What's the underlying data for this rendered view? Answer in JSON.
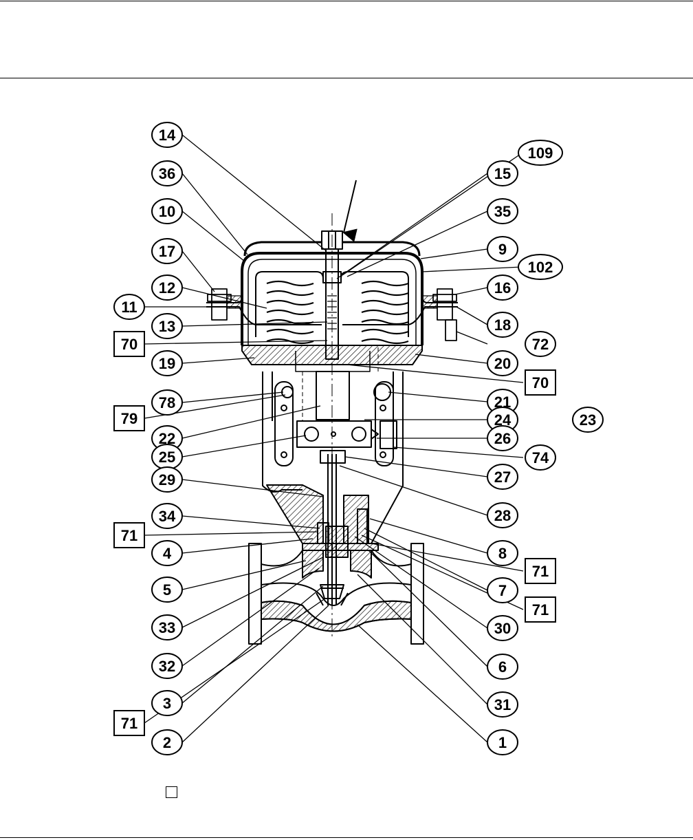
{
  "callouts": [
    {
      "label": "14",
      "shape": "circle"
    },
    {
      "label": "36",
      "shape": "circle"
    },
    {
      "label": "10",
      "shape": "circle"
    },
    {
      "label": "17",
      "shape": "circle"
    },
    {
      "label": "12",
      "shape": "circle"
    },
    {
      "label": "11",
      "shape": "circle"
    },
    {
      "label": "13",
      "shape": "circle"
    },
    {
      "label": "70",
      "shape": "box"
    },
    {
      "label": "19",
      "shape": "circle"
    },
    {
      "label": "78",
      "shape": "circle"
    },
    {
      "label": "79",
      "shape": "box"
    },
    {
      "label": "22",
      "shape": "circle"
    },
    {
      "label": "25",
      "shape": "circle"
    },
    {
      "label": "29",
      "shape": "circle"
    },
    {
      "label": "34",
      "shape": "circle"
    },
    {
      "label": "71",
      "shape": "box"
    },
    {
      "label": "4",
      "shape": "circle"
    },
    {
      "label": "5",
      "shape": "circle"
    },
    {
      "label": "33",
      "shape": "circle"
    },
    {
      "label": "32",
      "shape": "circle"
    },
    {
      "label": "3",
      "shape": "circle"
    },
    {
      "label": "71",
      "shape": "box"
    },
    {
      "label": "2",
      "shape": "circle"
    },
    {
      "label": "109",
      "shape": "circle"
    },
    {
      "label": "15",
      "shape": "circle"
    },
    {
      "label": "35",
      "shape": "circle"
    },
    {
      "label": "9",
      "shape": "circle"
    },
    {
      "label": "102",
      "shape": "circle"
    },
    {
      "label": "16",
      "shape": "circle"
    },
    {
      "label": "18",
      "shape": "circle"
    },
    {
      "label": "72",
      "shape": "circle"
    },
    {
      "label": "20",
      "shape": "circle"
    },
    {
      "label": "70",
      "shape": "box"
    },
    {
      "label": "21",
      "shape": "circle"
    },
    {
      "label": "24",
      "shape": "circle"
    },
    {
      "label": "23",
      "shape": "circle"
    },
    {
      "label": "26",
      "shape": "circle"
    },
    {
      "label": "74",
      "shape": "circle"
    },
    {
      "label": "27",
      "shape": "circle"
    },
    {
      "label": "28",
      "shape": "circle"
    },
    {
      "label": "8",
      "shape": "circle"
    },
    {
      "label": "71",
      "shape": "box"
    },
    {
      "label": "7",
      "shape": "circle"
    },
    {
      "label": "71",
      "shape": "box"
    },
    {
      "label": "30",
      "shape": "circle"
    },
    {
      "label": "6",
      "shape": "circle"
    },
    {
      "label": "31",
      "shape": "circle"
    },
    {
      "label": "1",
      "shape": "circle"
    }
  ]
}
